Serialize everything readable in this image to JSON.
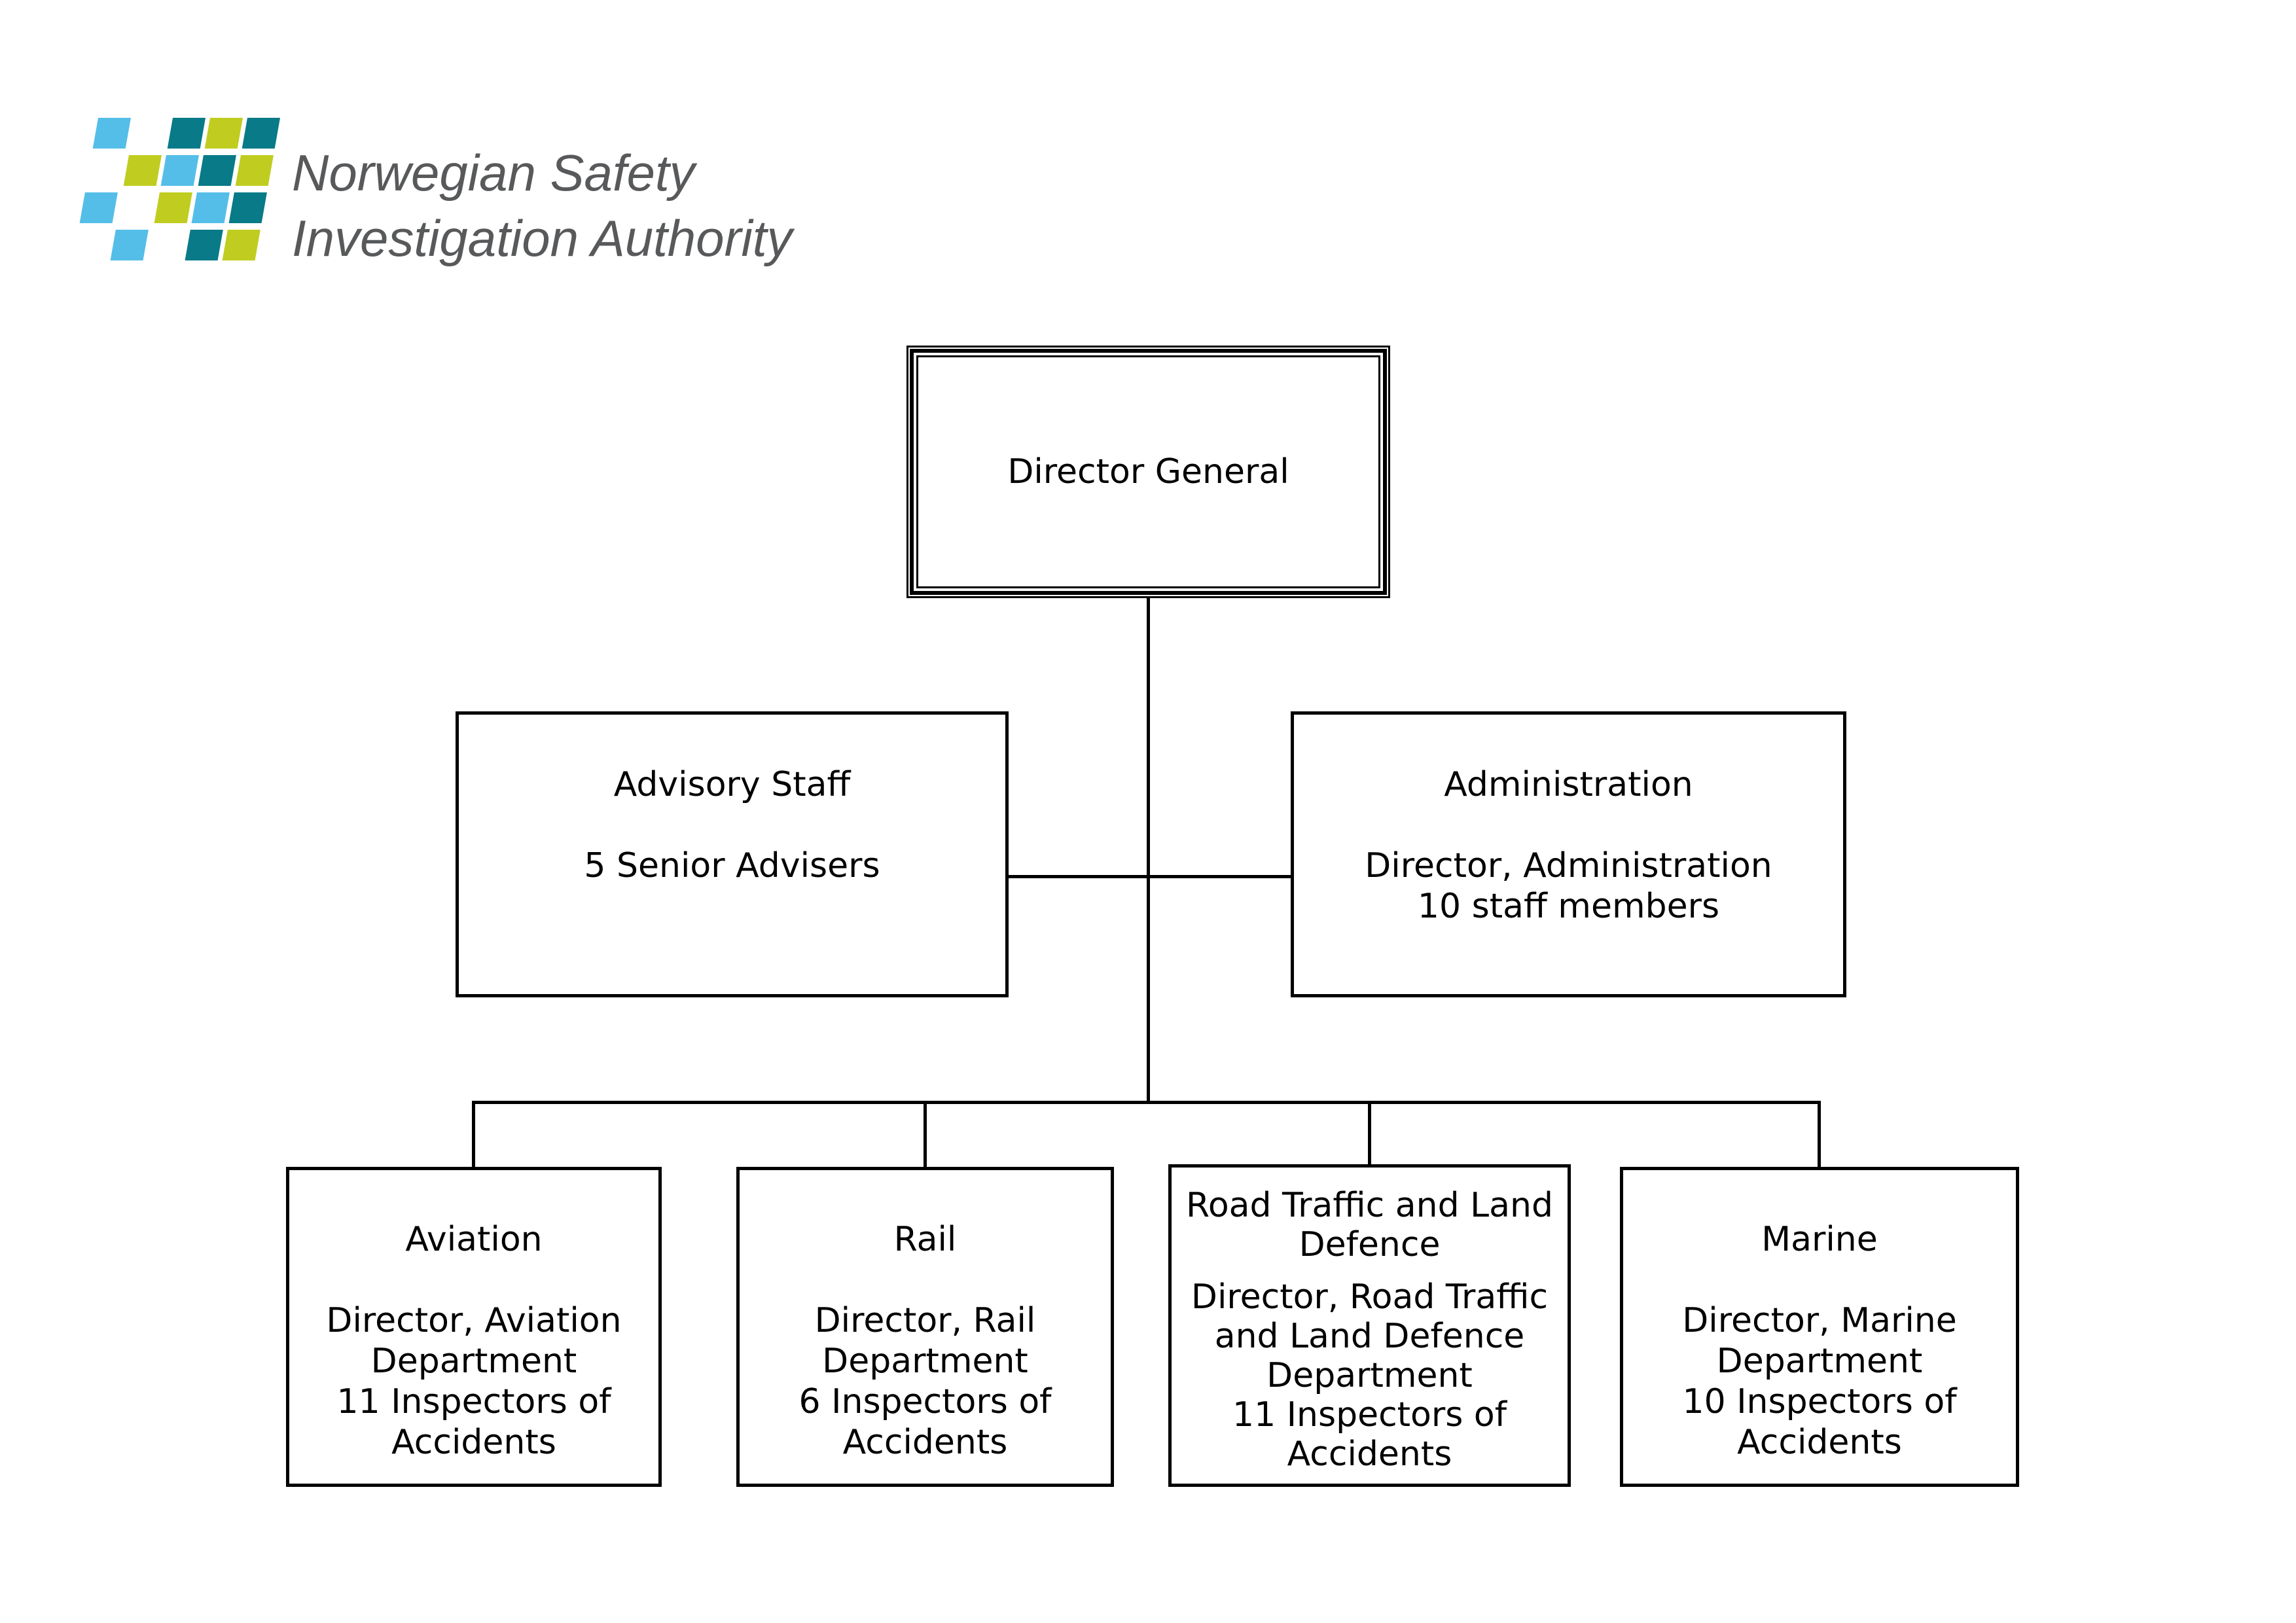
{
  "page": {
    "background": "#FFFFFF"
  },
  "logo": {
    "text_line1": "Norwegian Safety",
    "text_line2": "Investigation Authority",
    "text_color": "#58595B",
    "colors": {
      "light_blue": "#55BEE8",
      "teal": "#087A88",
      "green": "#C0CD20"
    },
    "grid_pattern": [
      [
        "light_blue",
        null,
        "teal",
        "green",
        "teal"
      ],
      [
        null,
        "green",
        "light_blue",
        "teal",
        "green"
      ],
      [
        "light_blue",
        null,
        "green",
        "light_blue",
        "teal"
      ],
      [
        null,
        "light_blue",
        null,
        "teal",
        "green"
      ]
    ]
  },
  "org_chart": {
    "director_general": {
      "title": "Director General"
    },
    "advisory_staff": {
      "title": "Advisory Staff",
      "body": "5 Senior Advisers"
    },
    "administration": {
      "title": "Administration",
      "body": "Director, Administration\n10 staff members"
    },
    "aviation": {
      "title": "Aviation",
      "body": "Director, Aviation\nDepartment\n11 Inspectors of\nAccidents"
    },
    "rail": {
      "title": "Rail",
      "body": "Director, Rail\nDepartment\n6 Inspectors of\nAccidents"
    },
    "road_traffic": {
      "title": "Road Traffic and Land\nDefence",
      "body": "Director, Road Traffic\nand Land Defence\nDepartment\n11 Inspectors of\nAccidents"
    },
    "marine": {
      "title": "Marine",
      "body": "Director, Marine\nDepartment\n10 Inspectors of\nAccidents"
    }
  }
}
